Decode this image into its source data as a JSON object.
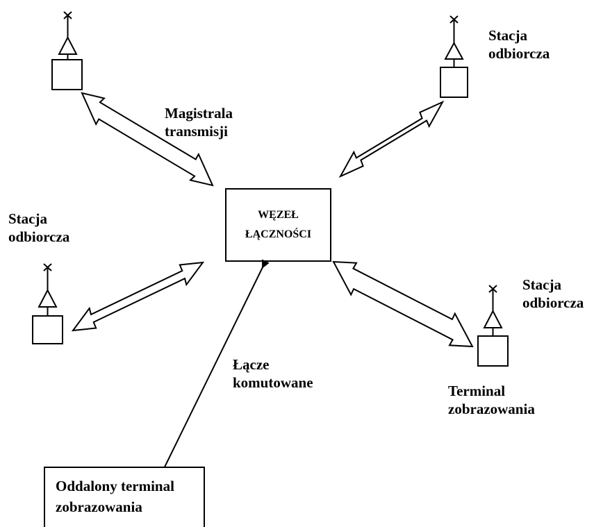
{
  "hub": {
    "line1": "WĘZEŁ",
    "line2": "ŁĄCZNOŚCI"
  },
  "labels": {
    "bus_line1": "Magistrala",
    "bus_line2": "transmisji",
    "station_tr_line1": "Stacja",
    "station_tr_line2": "odbiorcza",
    "station_l_line1": "Stacja",
    "station_l_line2": "odbiorcza",
    "station_r_line1": "Stacja",
    "station_r_line2": "odbiorcza",
    "switched_line1": "Łącze",
    "switched_line2": "komutowane",
    "terminal_line1": "Terminal",
    "terminal_line2": "zobrazowania"
  },
  "remote_terminal": {
    "line1": "Oddalony terminal",
    "line2": "zobrazowania"
  }
}
